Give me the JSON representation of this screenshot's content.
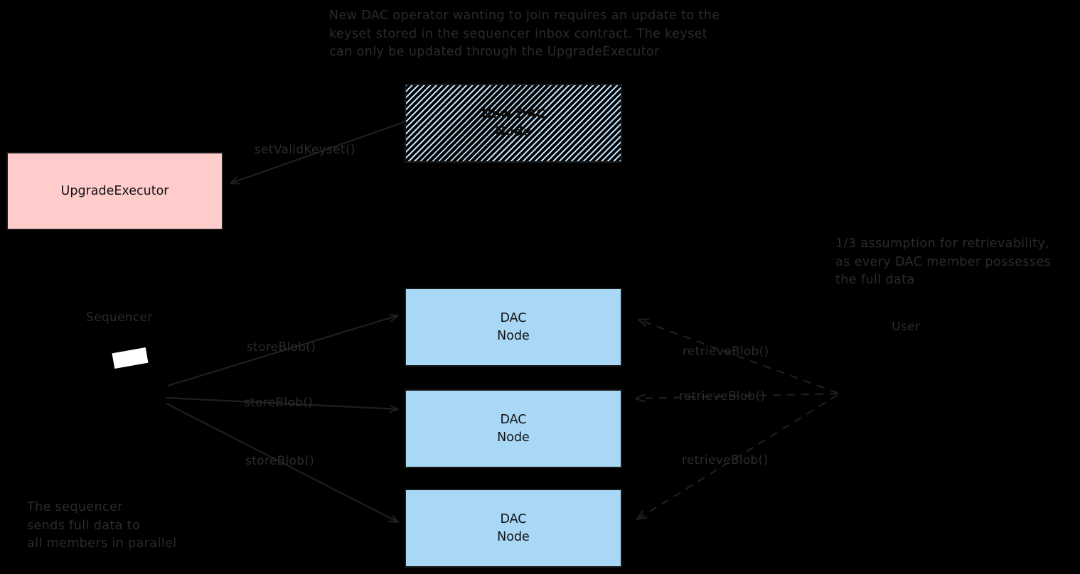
{
  "diagram": {
    "background_color": "#000000",
    "accent_colors": {
      "upgrade_executor_fill": "#ffcccc",
      "dac_node_fill": "#a9d8f7",
      "new_dac_node_hatch": "#bfe2fb",
      "stroke": "#1a1a1a",
      "text": "#2b2b2b"
    },
    "notes": {
      "top_note": "New DAC operator wanting to join requires an update to the\nkeyset stored in the sequencer inbox contract. The keyset\ncan only be updated through the UpgradeExecutor",
      "retrievability_note": "1/3 assumption for retrievability,\nas every DAC member possesses\nthe full data",
      "sequencer_note": "The sequencer\nsends full data to\nall members in parallel"
    },
    "boxes": {
      "new_dac_node": "New DAC\nNode",
      "upgrade_executor": "UpgradeExecutor",
      "dac_node_1": "DAC\nNode",
      "dac_node_2": "DAC\nNode",
      "dac_node_3": "DAC\nNode"
    },
    "labels": {
      "sequencer": "Sequencer",
      "user": "User"
    },
    "edges": {
      "set_valid_keyset": "setValidKeyset()",
      "store_blob_1": "storeBlob()",
      "store_blob_2": "storeBlob()",
      "store_blob_3": "storeBlob()",
      "retrieve_blob_1": "retrieveBlob()",
      "retrieve_blob_2": "retrieveBlob()",
      "retrieve_blob_3": "retrieveBlob()"
    }
  }
}
